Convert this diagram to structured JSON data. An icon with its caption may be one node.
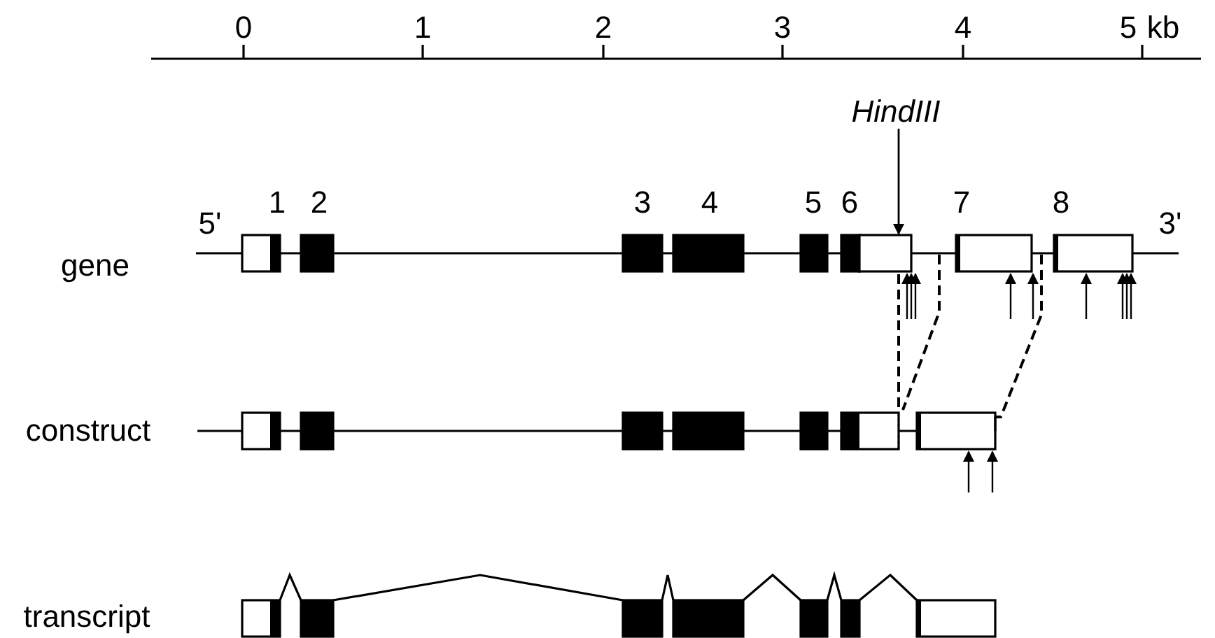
{
  "diagram": {
    "nodes": [
      {
        "text": [
          "HindIII"
        ]
      },
      {
        "text": [],
        "shape": "box"
      }
    ],
    "edges": [
      {
        "from": 0,
        "to": 1,
        "arrow": "to"
      }
    ],
    "labels": [
      "0",
      "1",
      "2",
      "3",
      "4",
      "5",
      "kb",
      "gene",
      "5'",
      "1",
      "2",
      "3",
      "4",
      "5",
      "6",
      "7",
      "8",
      "3'",
      "construct",
      "transcript"
    ]
  }
}
